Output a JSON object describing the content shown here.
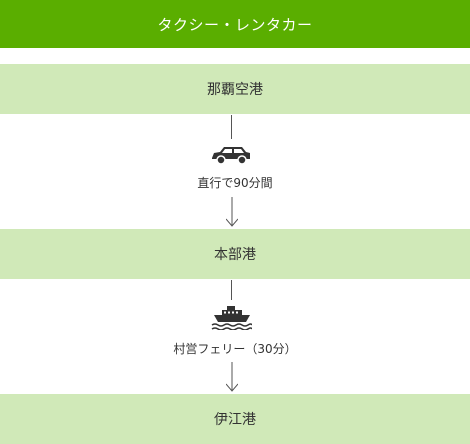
{
  "header": {
    "title": "タクシー・レンタカー"
  },
  "route": {
    "stations": [
      {
        "name": "那覇空港"
      },
      {
        "name": "本部港"
      },
      {
        "name": "伊江港"
      }
    ],
    "legs": [
      {
        "icon": "car-icon",
        "label": "直行で90分間"
      },
      {
        "icon": "ferry-icon",
        "label": "村営フェリー（30分）"
      }
    ]
  },
  "colors": {
    "header_bg": "#5aae00",
    "station_bg": "#d0e9b8",
    "line": "#555555"
  }
}
